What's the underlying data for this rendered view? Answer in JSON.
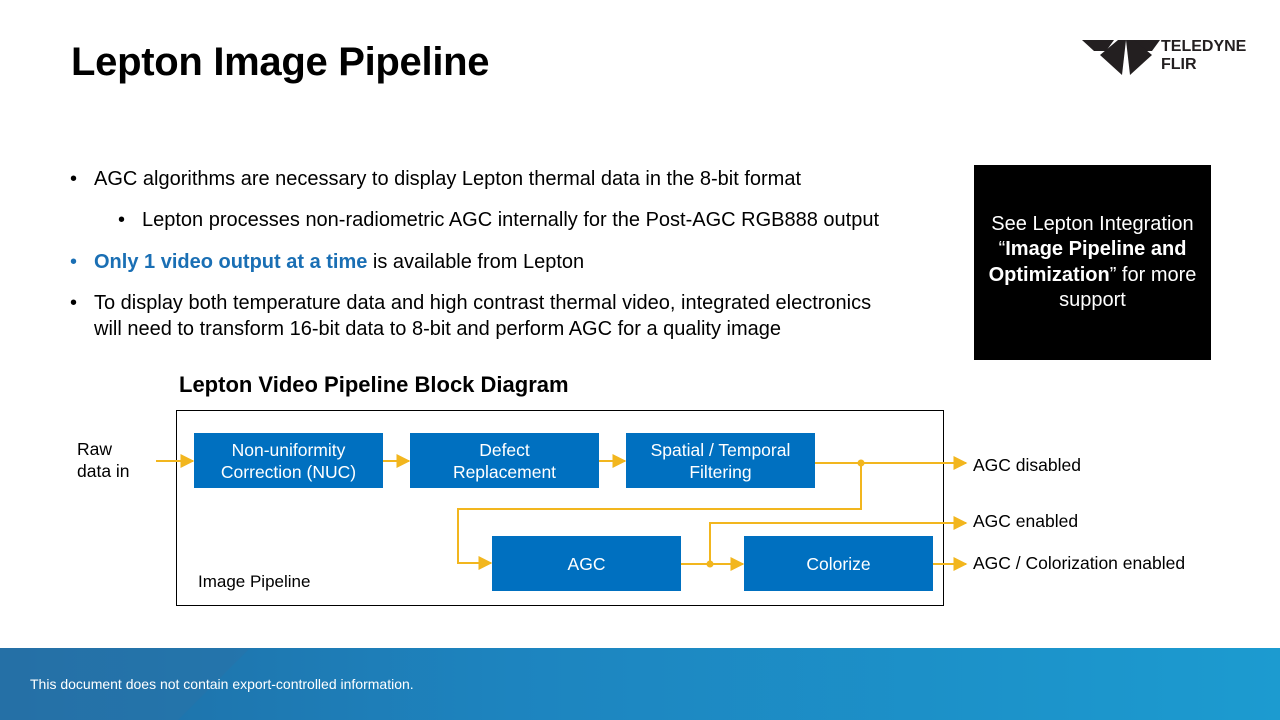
{
  "slide": {
    "title": "Lepton Image Pipeline",
    "logo": {
      "line1": "TELEDYNE",
      "line2": "FLIR",
      "icon": "teledyne-flir-logo-icon"
    }
  },
  "bullets": [
    {
      "text": "AGC algorithms are necessary to display Lepton thermal data in the 8-bit format"
    },
    {
      "text": "Lepton processes non-radiometric AGC internally for the Post-AGC RGB888 output"
    },
    {
      "highlight": "Only 1 video output at a time",
      "text": " is available from Lepton"
    },
    {
      "line1": "To display both temperature data and high contrast thermal video, integrated electronics",
      "line2": "will need to transform 16-bit data to 8-bit and perform AGC for a quality image"
    }
  ],
  "note": {
    "pre": "See Lepton Integration “",
    "bold": "Image Pipeline and Optimization",
    "post": "” for more support"
  },
  "diagram": {
    "title": "Lepton Video Pipeline Block Diagram",
    "frame_label": "Image Pipeline",
    "input_label_line1": "Raw",
    "input_label_line2": "data in",
    "blocks": {
      "nuc_line1": "Non-uniformity",
      "nuc_line2": "Correction (NUC)",
      "defect_line1": "Defect",
      "defect_line2": "Replacement",
      "spatial_line1": "Spatial / Temporal",
      "spatial_line2": "Filtering",
      "agc": "AGC",
      "colorize": "Colorize"
    },
    "outputs": {
      "agc_disabled": "AGC disabled",
      "agc_enabled": "AGC enabled",
      "agc_color": "AGC / Colorization enabled"
    }
  },
  "colors": {
    "block_fill": "#0070c0",
    "arrow": "#f2b61e",
    "highlight_text": "#1a6fb4",
    "note_bg": "#000000"
  },
  "footer": {
    "text": "This document does not contain export-controlled information."
  }
}
